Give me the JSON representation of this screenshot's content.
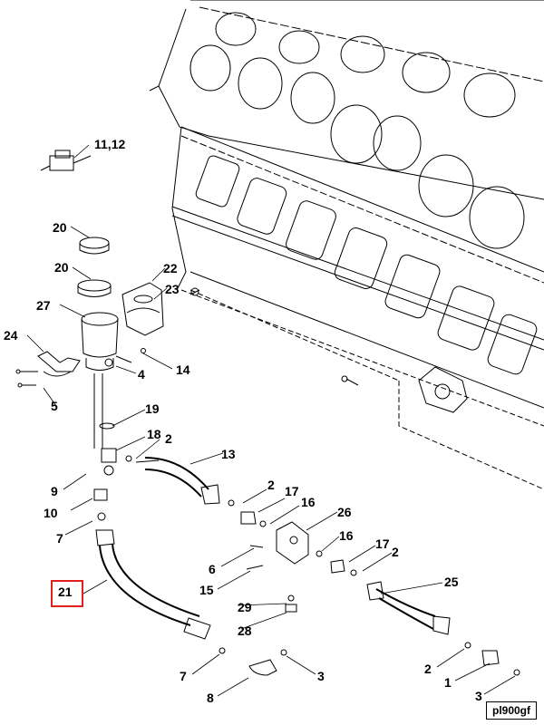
{
  "diagram": {
    "highlight_color": "#e0201c",
    "line_color": "#000000",
    "callouts": [
      {
        "id": "c-11-12",
        "label": "11,12"
      },
      {
        "id": "c-20a",
        "label": "20"
      },
      {
        "id": "c-20b",
        "label": "20"
      },
      {
        "id": "c-22",
        "label": "22"
      },
      {
        "id": "c-23",
        "label": "23"
      },
      {
        "id": "c-27",
        "label": "27"
      },
      {
        "id": "c-24",
        "label": "24"
      },
      {
        "id": "c-4",
        "label": "4"
      },
      {
        "id": "c-14",
        "label": "14"
      },
      {
        "id": "c-5",
        "label": "5"
      },
      {
        "id": "c-19",
        "label": "19"
      },
      {
        "id": "c-18",
        "label": "18"
      },
      {
        "id": "c-2a",
        "label": "2"
      },
      {
        "id": "c-13",
        "label": "13"
      },
      {
        "id": "c-9",
        "label": "9"
      },
      {
        "id": "c-2b",
        "label": "2"
      },
      {
        "id": "c-17a",
        "label": "17"
      },
      {
        "id": "c-16a",
        "label": "16"
      },
      {
        "id": "c-10",
        "label": "10"
      },
      {
        "id": "c-26",
        "label": "26"
      },
      {
        "id": "c-7a",
        "label": "7"
      },
      {
        "id": "c-16b",
        "label": "16"
      },
      {
        "id": "c-17b",
        "label": "17"
      },
      {
        "id": "c-2c",
        "label": "2"
      },
      {
        "id": "c-6",
        "label": "6"
      },
      {
        "id": "c-21",
        "label": "21",
        "highlighted": true
      },
      {
        "id": "c-15",
        "label": "15"
      },
      {
        "id": "c-25",
        "label": "25"
      },
      {
        "id": "c-29",
        "label": "29"
      },
      {
        "id": "c-28",
        "label": "28"
      },
      {
        "id": "c-7b",
        "label": "7"
      },
      {
        "id": "c-3a",
        "label": "3"
      },
      {
        "id": "c-2d",
        "label": "2"
      },
      {
        "id": "c-1",
        "label": "1"
      },
      {
        "id": "c-8",
        "label": "8"
      },
      {
        "id": "c-3b",
        "label": "3"
      }
    ],
    "reference": "pl900gf"
  }
}
